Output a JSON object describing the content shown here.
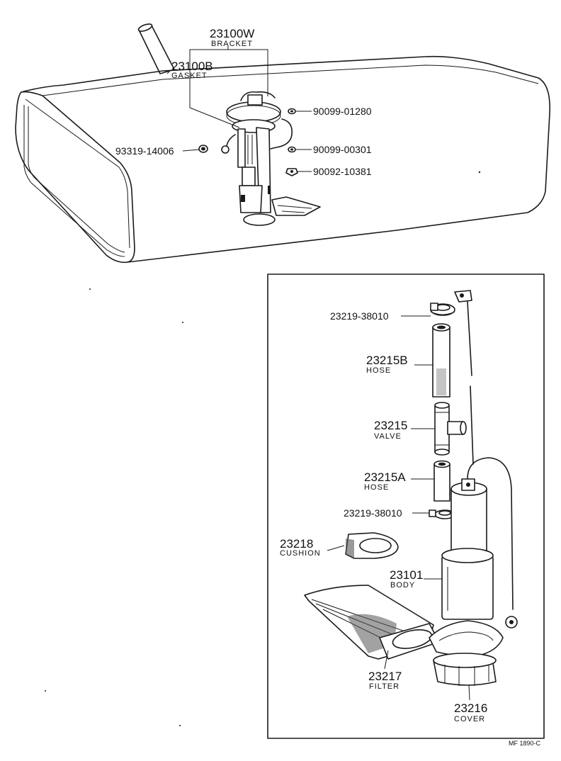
{
  "labels": {
    "bracket": {
      "part": "23100W",
      "name": "BRACKET"
    },
    "gasket": {
      "part": "23100B",
      "name": "GASKET"
    },
    "screw_1": {
      "part": "90099-01280"
    },
    "screw_2": {
      "part": "90099-00301"
    },
    "nut": {
      "part": "90092-10381"
    },
    "washer": {
      "part": "93319-14006"
    },
    "clamp_upper": {
      "part": "23219-38010"
    },
    "hose_b": {
      "part": "23215B",
      "name": "HOSE"
    },
    "valve": {
      "part": "23215",
      "name": "VALVE"
    },
    "hose_a": {
      "part": "23215A",
      "name": "HOSE"
    },
    "clamp_lower": {
      "part": "23219-38010"
    },
    "cushion": {
      "part": "23218",
      "name": "CUSHION"
    },
    "body": {
      "part": "23101",
      "name": "BODY"
    },
    "filter": {
      "part": "23217",
      "name": "FILTER"
    },
    "cover": {
      "part": "23216",
      "name": "COVER"
    }
  },
  "drawing_code": "MF 1890-C"
}
